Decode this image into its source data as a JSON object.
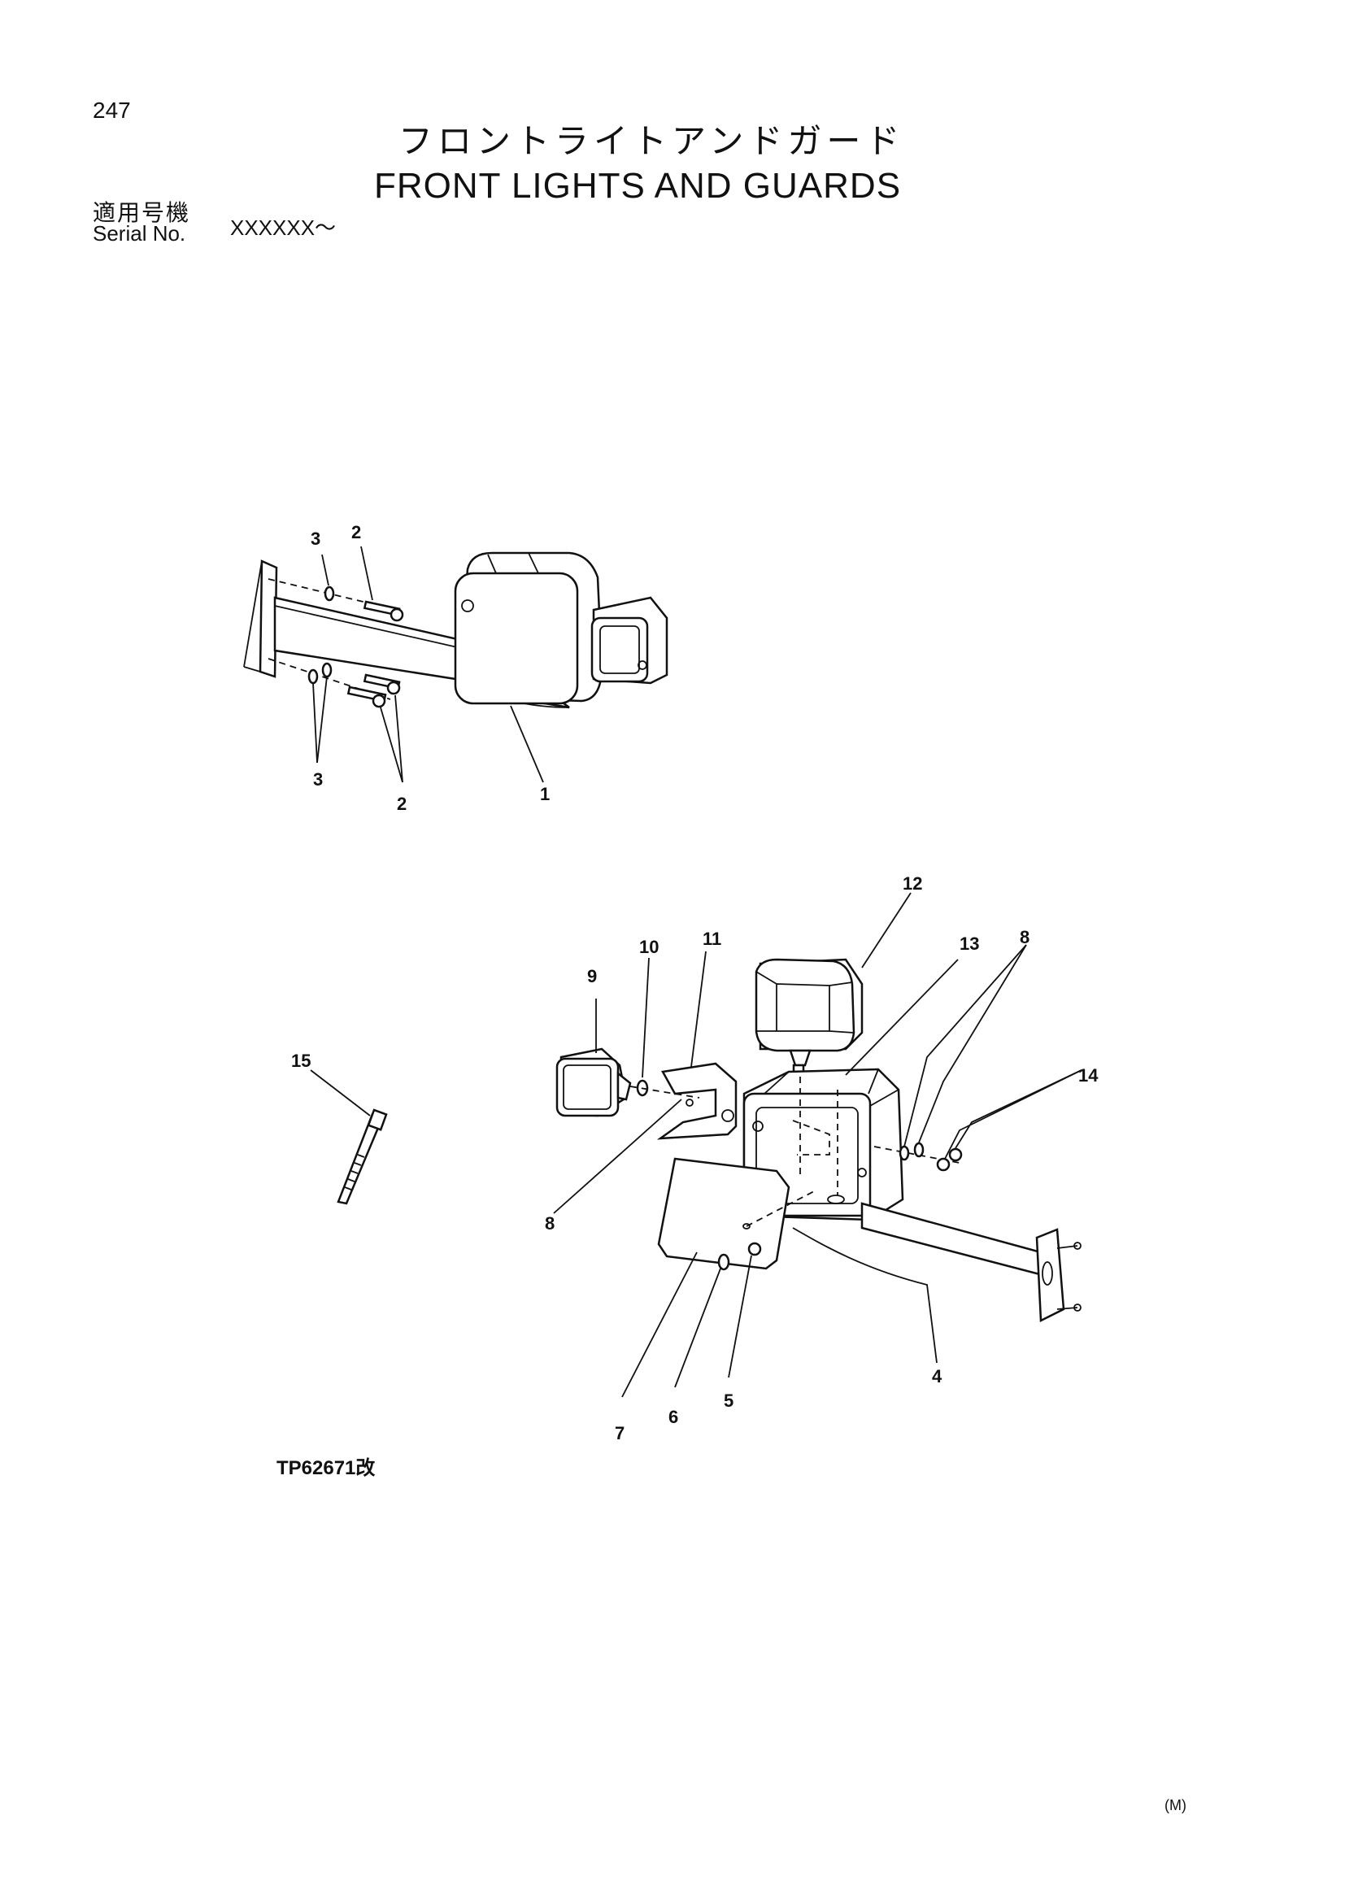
{
  "header": {
    "page_number": "247",
    "title_jp": "フロントライトアンドガード",
    "title_en": "FRONT LIGHTS AND GUARDS",
    "serial_label_jp": "適用号機",
    "serial_label_en": "Serial No.",
    "serial_value": "XXXXXX～"
  },
  "upper_assembly": {
    "callouts": {
      "c1": "1",
      "c2_top": "2",
      "c2_bottom": "2",
      "c3_top": "3",
      "c3_bottom": "3"
    }
  },
  "lower_assembly": {
    "callouts": {
      "c4": "4",
      "c5": "5",
      "c6": "6",
      "c7": "7",
      "c8_left": "8",
      "c8_right": "8",
      "c9": "9",
      "c10": "10",
      "c11": "11",
      "c12": "12",
      "c13": "13",
      "c14": "14",
      "c15": "15"
    }
  },
  "footer": {
    "figure_ref": "TP62671改",
    "mark": "(M)"
  }
}
